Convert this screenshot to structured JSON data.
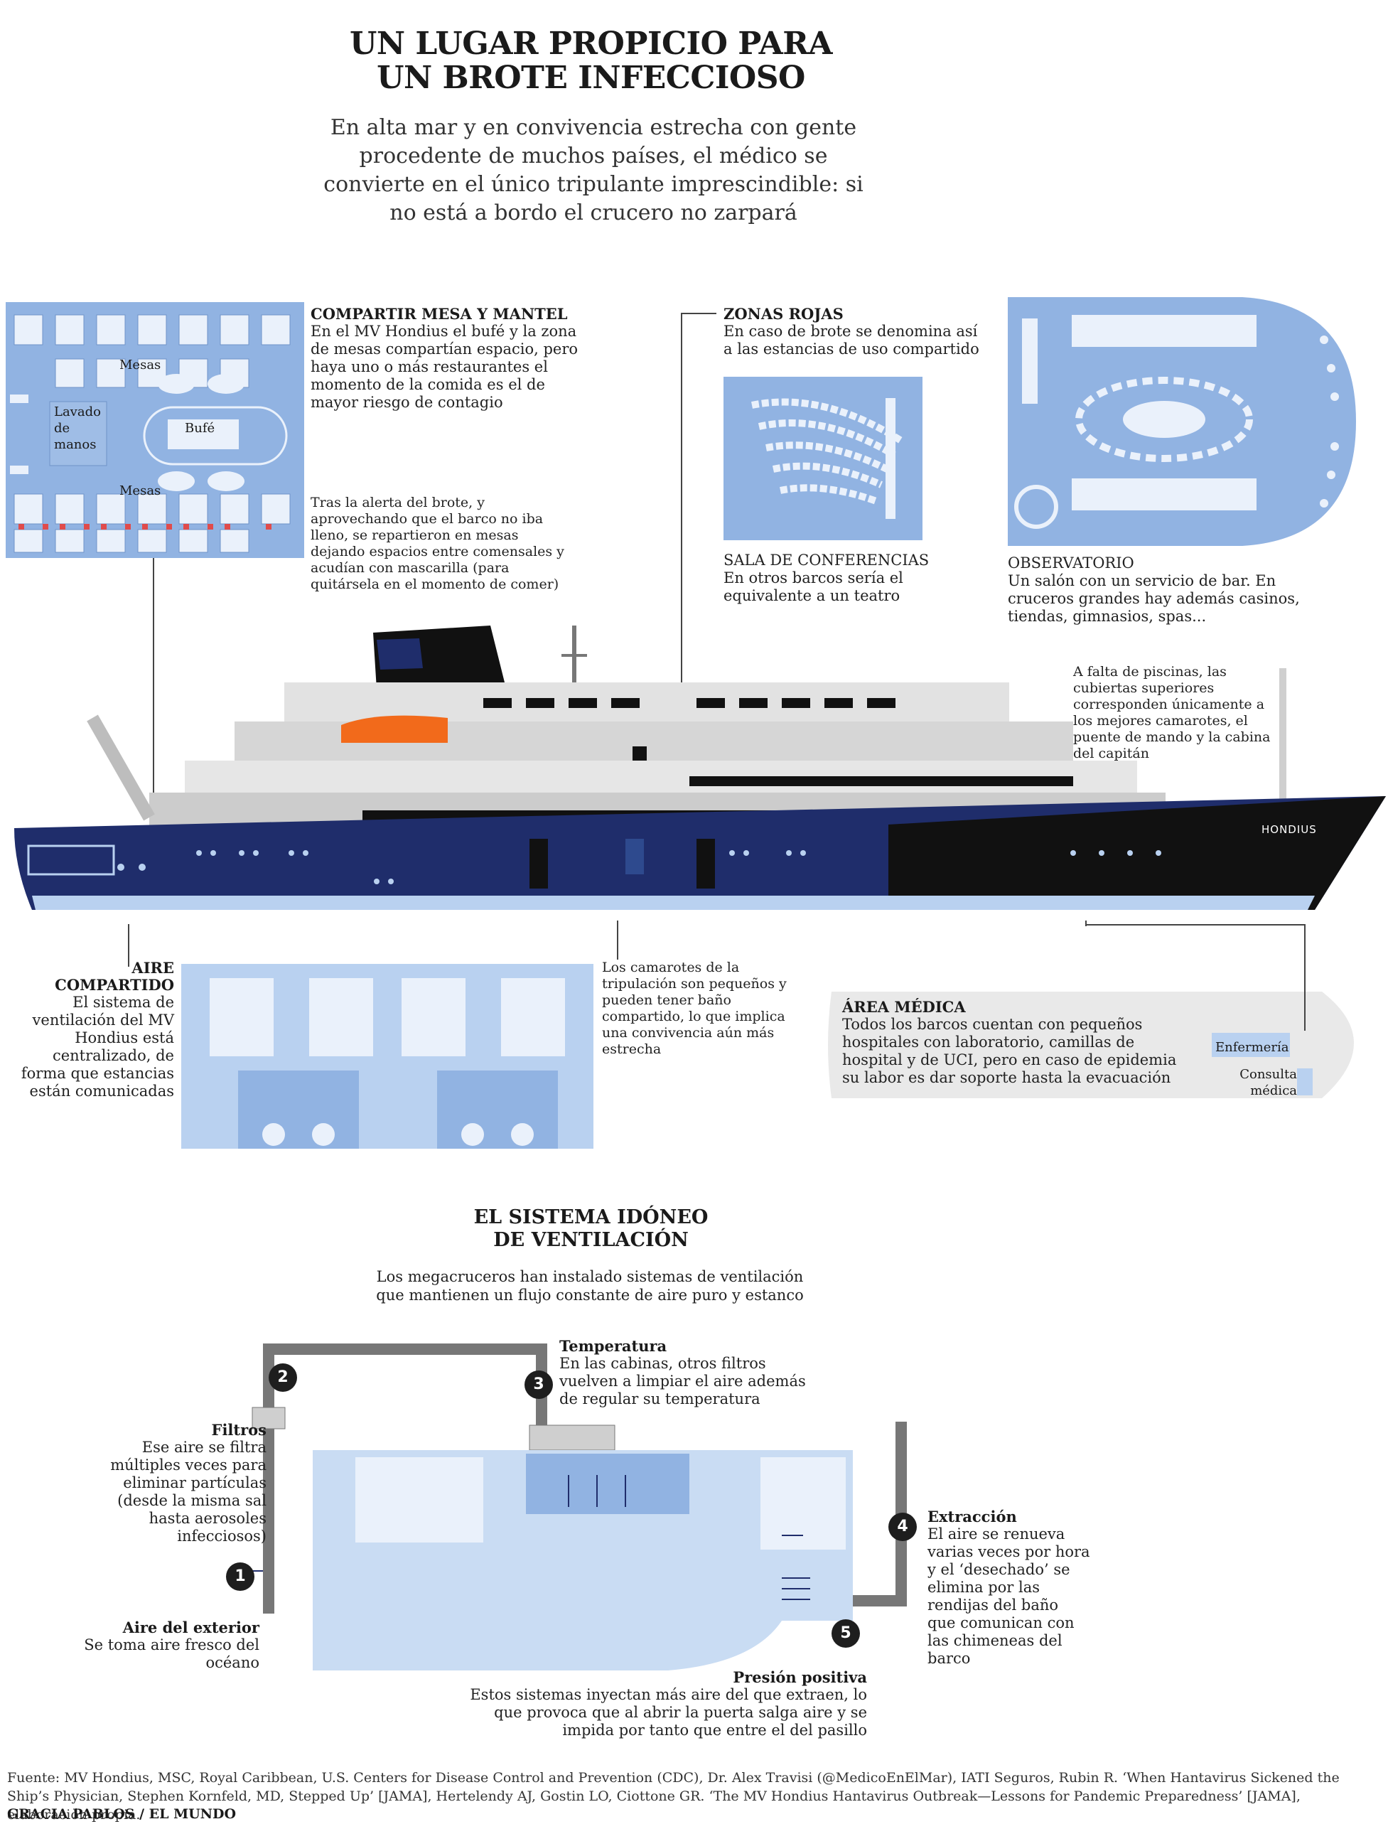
{
  "title_line1": "UN LUGAR PROPICIO PARA",
  "title_line2": "UN BROTE INFECCIOSO",
  "dek": "En alta mar y en convivencia estrecha con gente procedente de muchos países, el médico se convierte en el único tripulante imprescindible: si no está a bordo el crucero no zarpará",
  "buffet": {
    "heading": "COMPARTIR MESA Y MANTEL",
    "text": "En el MV Hondius el bufé y la zona de mesas compartían espacio, pero haya uno o más restaurantes el momento de la comida es el de mayor riesgo de contagio",
    "note": "Tras la alerta del brote, y aprovechando que el barco no iba lleno, se repartieron en mesas dejando espacios  entre comensales y acudían con mascarilla (para quitársela en el momento de comer)",
    "label_mesas_top": "Mesas",
    "label_lavado": "Lavado de manos",
    "label_bufe": "Bufé",
    "label_mesas_bottom": "Mesas"
  },
  "zonas": {
    "heading": "ZONAS ROJAS",
    "text": "En caso de brote se denomina así a las estancias de uso compartido",
    "sala_heading": "SALA DE CONFERENCIAS",
    "sala_text": "En otros barcos sería el equivalente a un teatro"
  },
  "observatorio": {
    "heading": "OBSERVATORIO",
    "text": "Un salón con un servicio de bar. En cruceros grandes hay además casinos, tiendas, gimnasios, spas..."
  },
  "cubiertas_note": "A falta de piscinas, las cubiertas superiores corresponden únicamente a los mejores camarotes, el puente de mando y la cabina del capitán",
  "ship_name": "HONDIUS",
  "aire": {
    "heading": "AIRE COMPARTIDO",
    "text": "El sistema de ventilación del MV Hondius está centralizado, de forma que estancias están comunicadas"
  },
  "camarotes_note": "Los camarotes de la tripulación son pequeños y pueden tener baño compartido, lo que implica una convivencia aún más estrecha",
  "medica": {
    "heading": "ÁREA MÉDICA",
    "text": "Todos los barcos cuentan con pequeños hospitales con laboratorio, camillas de hospital y de UCI, pero en caso de epidemia su labor es dar soporte hasta la evacuación",
    "label_enfermeria": "Enfermería",
    "label_consulta": "Consulta médica"
  },
  "ventilation": {
    "title_line1": "EL SISTEMA IDÓNEO",
    "title_line2": "DE VENTILACIÓN",
    "dek": "Los megacruceros han instalado sistemas de ventilación que mantienen un flujo constante de aire puro y estanco",
    "steps": [
      {
        "n": "1",
        "heading": "Aire del exterior",
        "text": "Se toma aire fresco del océano"
      },
      {
        "n": "2",
        "heading": "Filtros",
        "text": "Ese aire se filtra múltiples veces para eliminar partículas (desde la misma sal hasta aerosoles infecciosos)"
      },
      {
        "n": "3",
        "heading": "Temperatura",
        "text": "En las cabinas, otros filtros vuelven a limpiar el aire además de regular su temperatura"
      },
      {
        "n": "4",
        "heading": "Extracción",
        "text": "El aire se renueva varias veces por hora y el ‘desechado’ se elimina por las rendijas del baño que comunican con las chimeneas del barco"
      },
      {
        "n": "5",
        "heading": "Presión positiva",
        "text": "Estos sistemas inyectan más aire del que extraen, lo que provoca que al abrir la puerta salga aire y se impida por tanto que entre el del pasillo"
      }
    ]
  },
  "source": "Fuente: MV Hondius, MSC, Royal Caribbean, U.S. Centers for Disease Control and Prevention (CDC), Dr. Alex Travisi (@MedicoEnElMar), IATI Seguros, Rubin R. ‘When Hantavirus Sickened the Ship’s Physician, Stephen Kornfeld, MD, Stepped Up’ [JAMA], Hertelendy AJ, Gostin LO, Ciottone GR. ‘The MV Hondius Hantavirus Outbreak—Lessons for Pandemic Preparedness’ [JAMA], elaboración propia.",
  "credit": "GRACIA PABLOS / EL MUNDO",
  "colors": {
    "panel": "#91b3e2",
    "light_blue": "#c9dcf3",
    "navy": "#1f2d6b",
    "black": "#111111",
    "orange": "#f26a1b",
    "red_chair": "#e04b4b"
  }
}
